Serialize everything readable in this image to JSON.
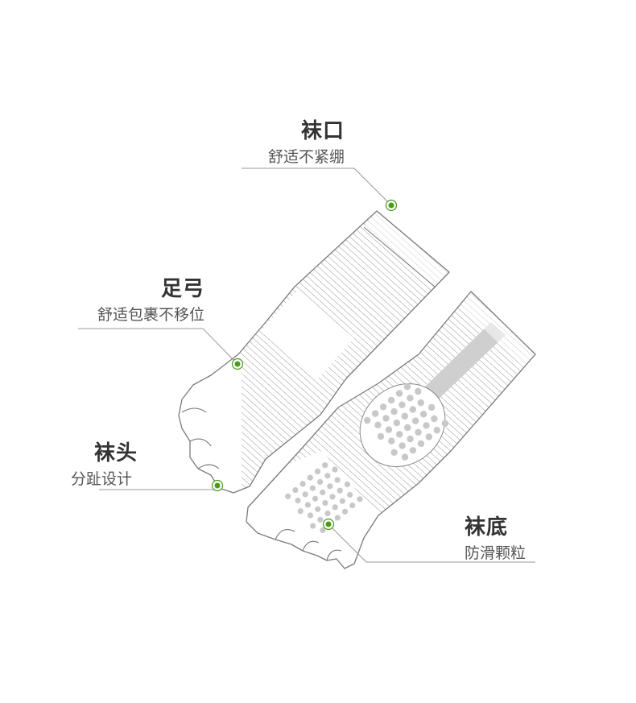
{
  "callouts": [
    {
      "id": "cuff",
      "title": "袜口",
      "desc": "舒适不紧绷"
    },
    {
      "id": "arch",
      "title": "足弓",
      "desc": "舒适包裹不移位"
    },
    {
      "id": "toe",
      "title": "袜头",
      "desc": "分趾设计"
    },
    {
      "id": "sole",
      "title": "袜底",
      "desc": "防滑颗粒"
    }
  ],
  "colors": {
    "marker": "#4a9a1e",
    "line": "#9a9a9a",
    "stripe": "#cfcfcf",
    "dots": "#c8c8c8"
  }
}
